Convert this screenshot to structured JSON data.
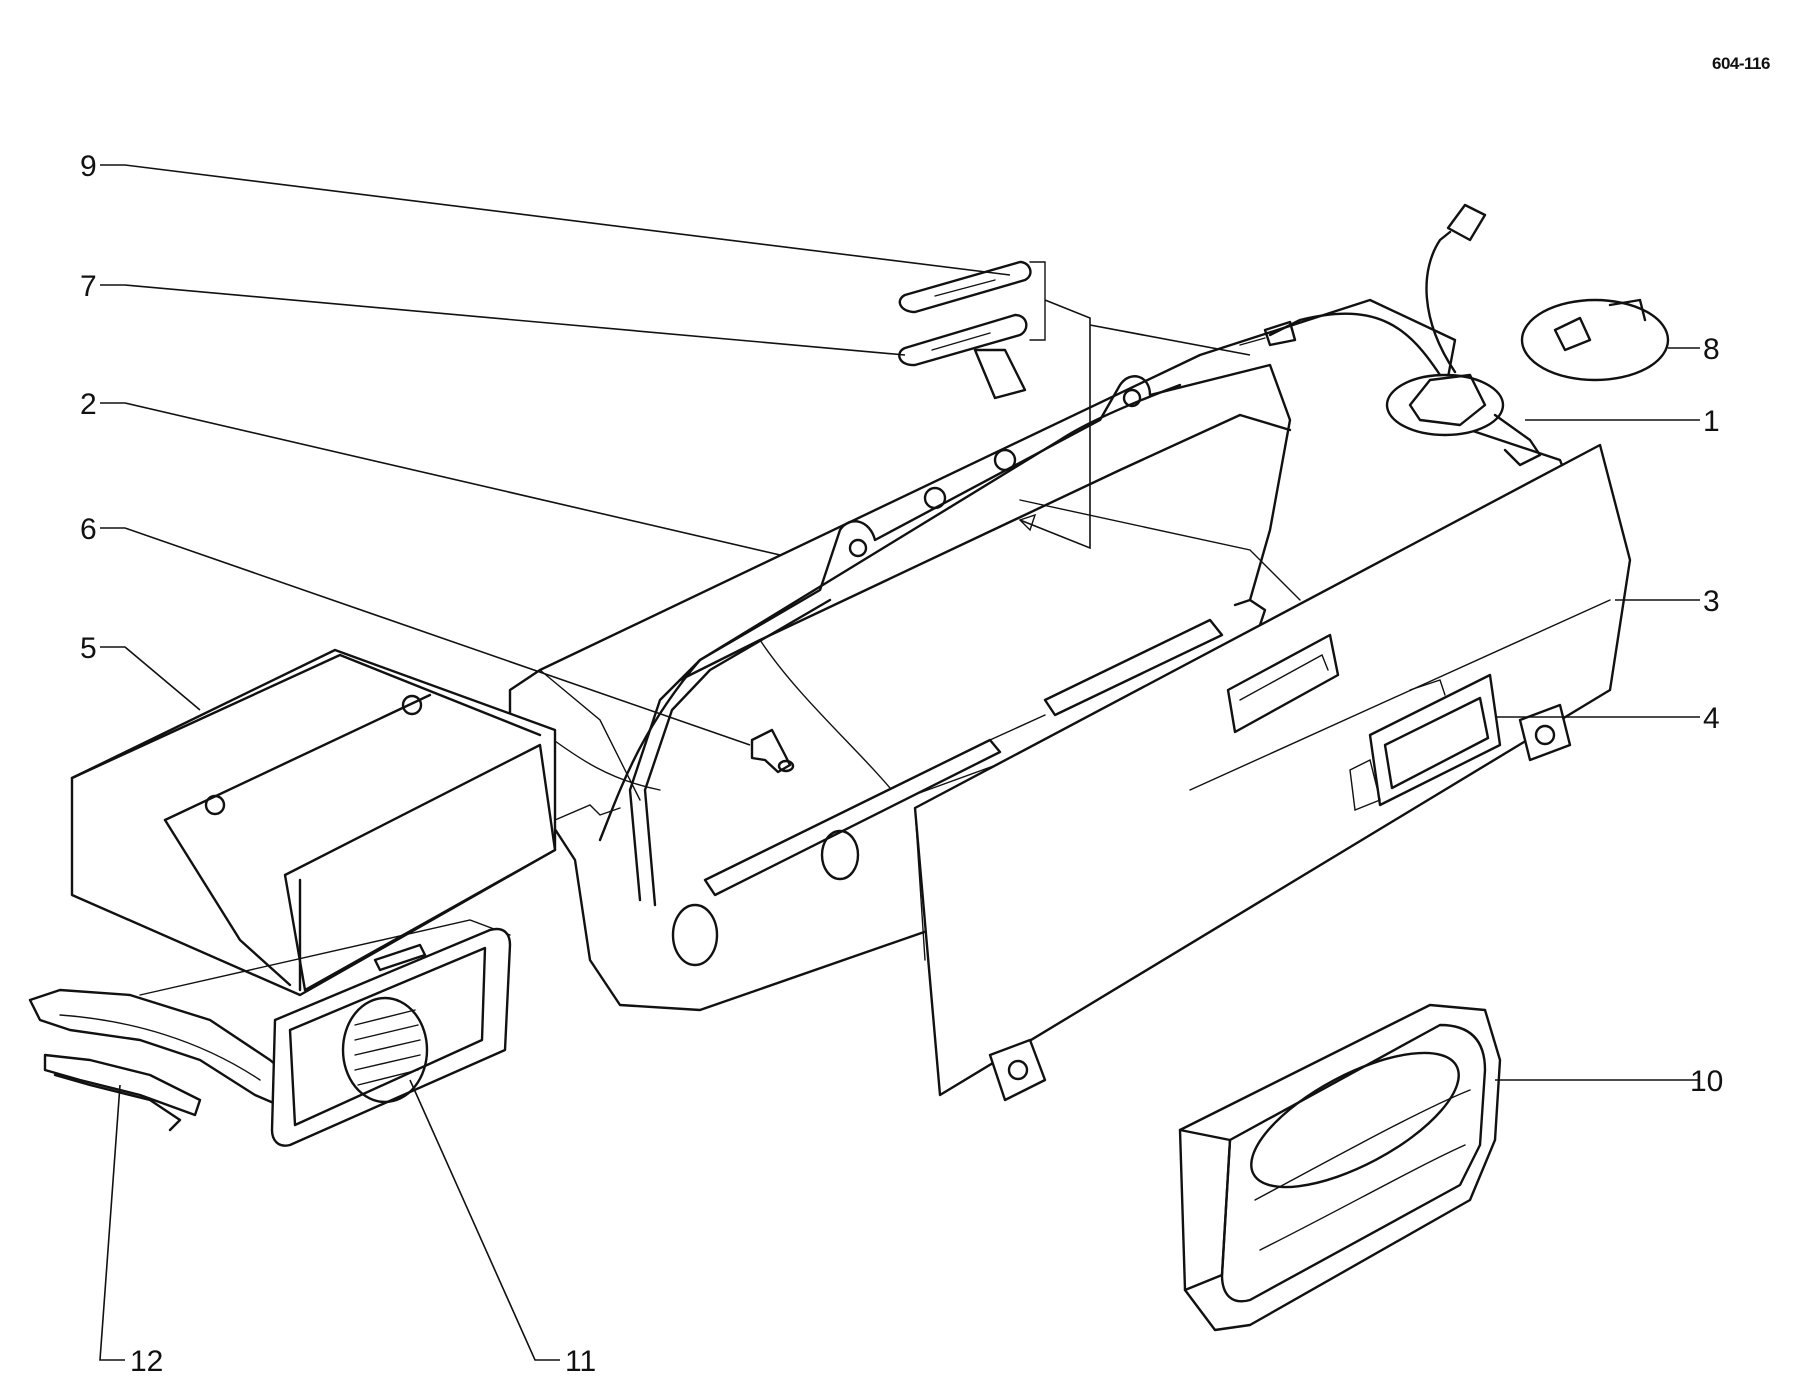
{
  "drawing_code": "604-116",
  "callouts": {
    "c1": "1",
    "c2": "2",
    "c3": "3",
    "c4": "4",
    "c5": "5",
    "c6": "6",
    "c7": "7",
    "c8": "8",
    "c9": "9",
    "c10": "10",
    "c11": "11",
    "c12": "12"
  }
}
